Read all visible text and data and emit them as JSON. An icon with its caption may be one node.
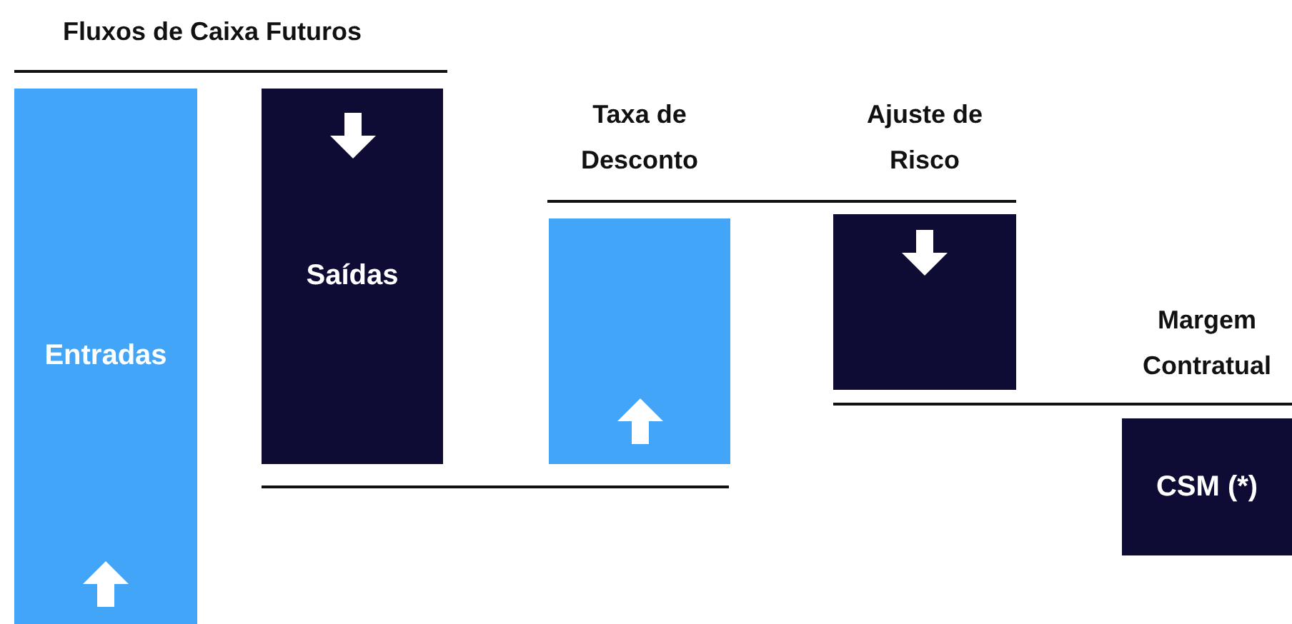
{
  "diagram": {
    "nodes": [
      {
        "text": [
          "Entradas"
        ]
      },
      {
        "text": [
          "Saídas"
        ]
      },
      {
        "text": [
          "Taxa de Desconto"
        ]
      },
      {
        "text": [
          "Ajuste de Risco"
        ]
      },
      {
        "text": [
          "Margem Contratual",
          "CSM (*)"
        ]
      }
    ],
    "edges": [],
    "labels": [
      "Fluxos de Caixa Futuros"
    ]
  }
}
